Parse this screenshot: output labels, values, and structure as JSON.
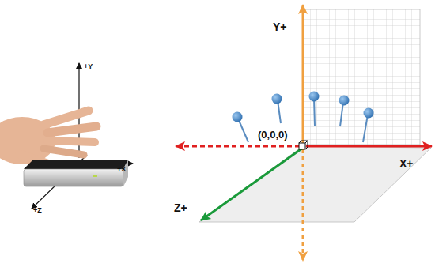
{
  "diagram": {
    "labels": [
      "+Y",
      "+X",
      "+Z",
      "Y+",
      "(0,0,0)",
      "X+",
      "Z+"
    ]
  }
}
